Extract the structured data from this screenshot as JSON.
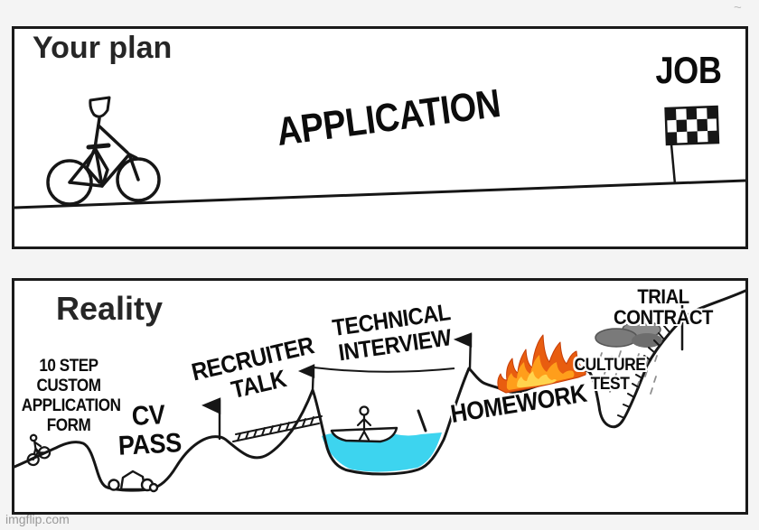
{
  "watermark": "imgflip.com",
  "corner_mark": "~",
  "colors": {
    "ink": "#161616",
    "water": "#3dd4ef",
    "fire_outer": "#e85d10",
    "fire_mid": "#ff9e1b",
    "fire_core": "#ffd34d",
    "cloud_gray": "#7d7d7d",
    "panel_bg": "#ffffff",
    "page_bg": "#f4f4f4",
    "watermark_gray": "#9a9a9a"
  },
  "plan": {
    "title": "Your plan",
    "route_label": "APPLICATION",
    "goal_label": "JOB",
    "icons": [
      "cyclist-icon",
      "checkered-flag-icon",
      "ground-line"
    ]
  },
  "reality": {
    "title": "Reality",
    "obstacles": {
      "form": "10 STEP\nCUSTOM\nAPPLICATION\nFORM",
      "cv": "CV\nPASS",
      "recruiter": "RECRUITER\nTALK",
      "technical": "TECHNICAL\nINTERVIEW",
      "homework": "HOMEWORK",
      "culture": "CULTURE\nTEST",
      "trial": "TRIAL CONTRACT"
    },
    "icons": [
      "small-cyclist-icon",
      "rocks-icon",
      "pennant-flag-icon",
      "ladder-bridge-icon",
      "rope-line",
      "water-pit",
      "rowboat-icon",
      "stick-figure-icon",
      "oar-icon",
      "fire-icon",
      "rain-cloud-icon",
      "rain-drops",
      "hatch-marks",
      "trial-flagpole-icon"
    ]
  }
}
